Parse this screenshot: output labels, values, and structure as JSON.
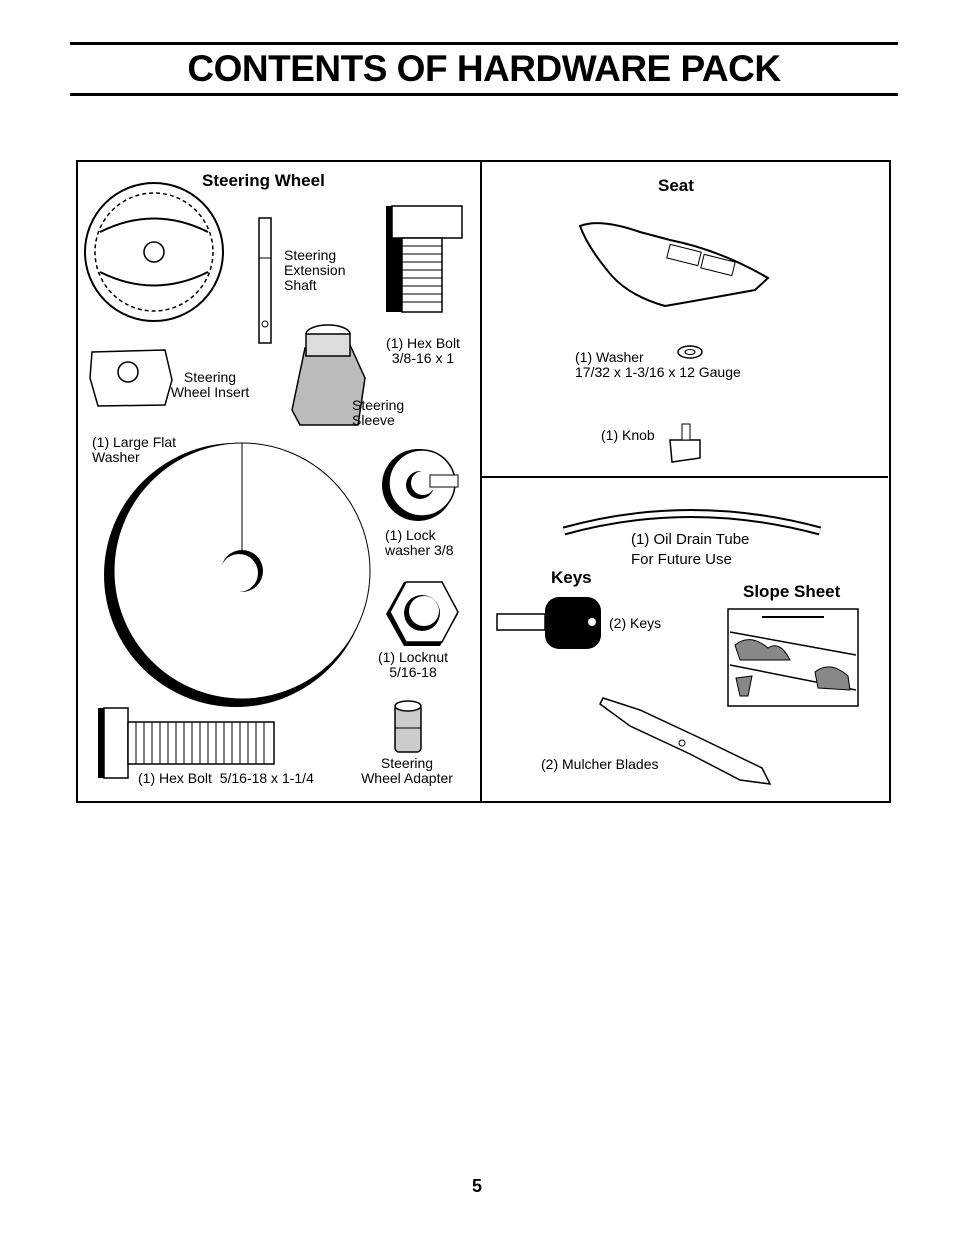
{
  "page": {
    "title": "CONTENTS OF HARDWARE PACK",
    "page_number": "5"
  },
  "left_panel": {
    "heading": "Steering Wheel",
    "labels": {
      "extension_shaft": "Steering\nExtension\nShaft",
      "hex_bolt_small": "(1) Hex Bolt\n3/8-16 x 1",
      "wheel_insert": "Steering\nWheel Insert",
      "sleeve": "Steering\nSleeve",
      "large_flat_washer": "(1) Large Flat\nWasher",
      "lock_washer": "(1) Lock\nwasher 3/8",
      "locknut": "(1) Locknut\n5/16-18",
      "hex_bolt_large": "(1) Hex Bolt  5/16-18 x 1-1/4",
      "wheel_adapter": "Steering\nWheel Adapter"
    }
  },
  "seat_panel": {
    "heading": "Seat",
    "labels": {
      "washer": "(1) Washer\n17/32 x 1-3/16 x 12 Gauge",
      "knob": "(1) Knob"
    }
  },
  "misc_panel": {
    "labels": {
      "oil_drain_tube": "(1) Oil Drain Tube\nFor Future Use",
      "keys_heading": "Keys",
      "keys": "(2) Keys",
      "slope_sheet_heading": "Slope Sheet",
      "mulcher_blades": "(2) Mulcher Blades"
    }
  }
}
